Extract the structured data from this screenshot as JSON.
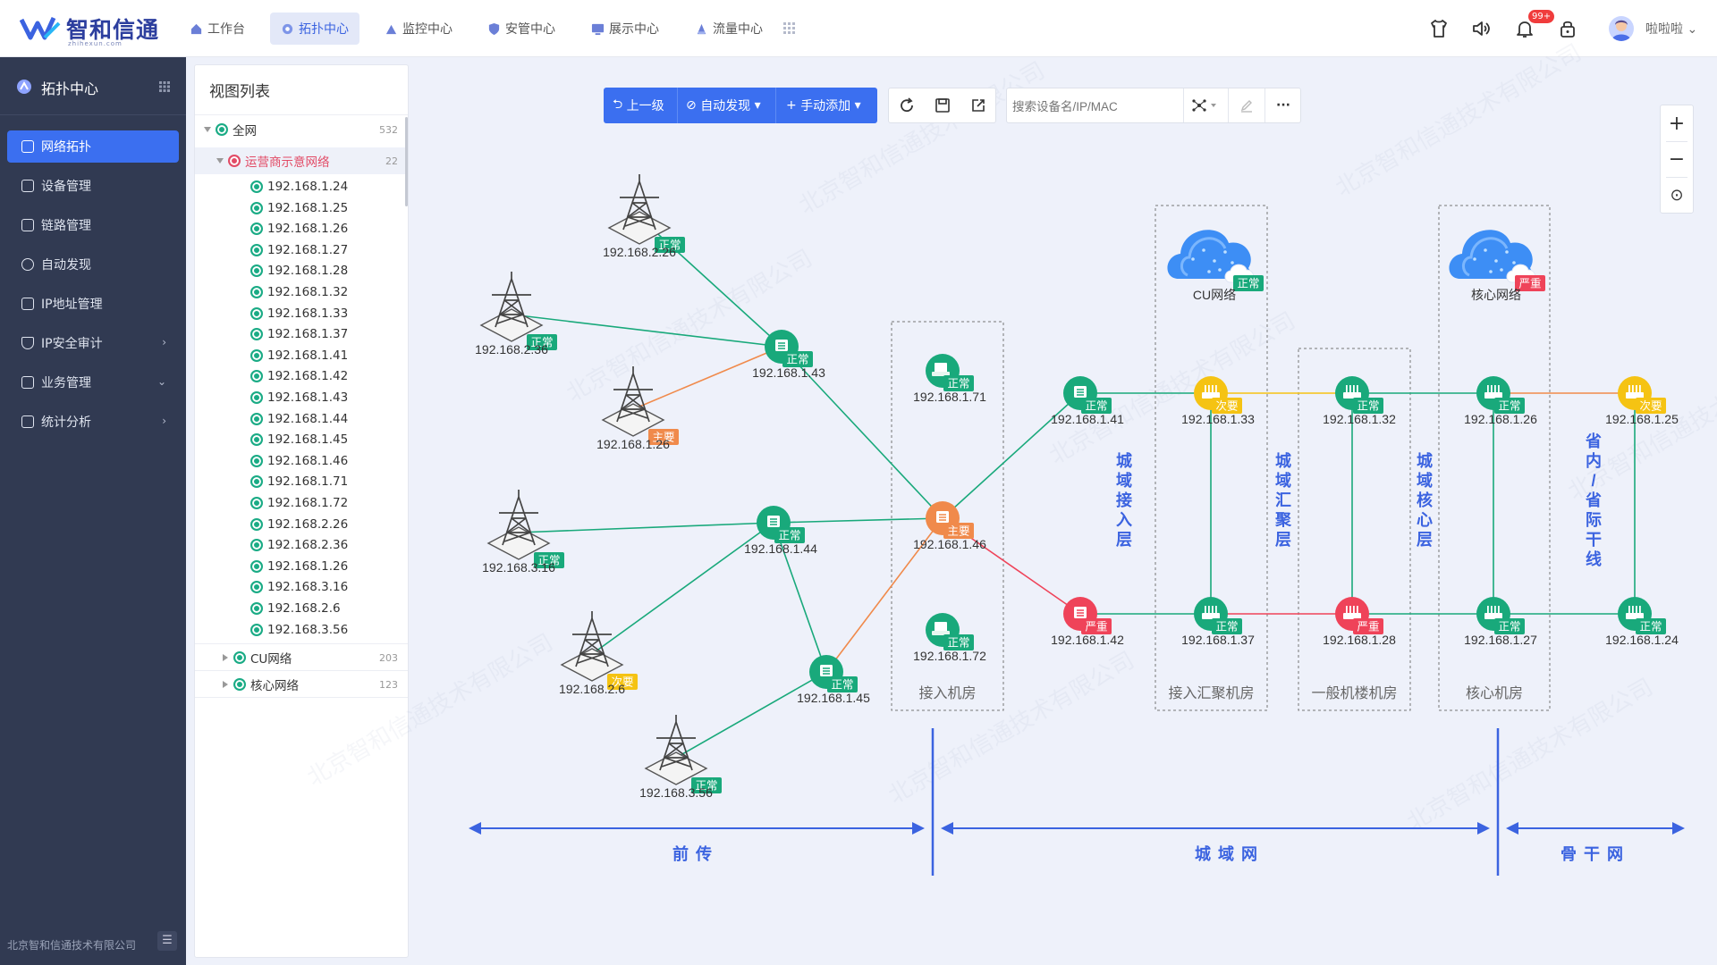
{
  "brand": {
    "name": "智和信通",
    "sub": "zhihexun.com"
  },
  "nav": [
    {
      "label": "工作台",
      "active": false
    },
    {
      "label": "拓扑中心",
      "active": true
    },
    {
      "label": "监控中心",
      "active": false
    },
    {
      "label": "安管中心",
      "active": false
    },
    {
      "label": "展示中心",
      "active": false
    },
    {
      "label": "流量中心",
      "active": false
    }
  ],
  "header": {
    "notification_count": "99+",
    "username": "啦啦啦"
  },
  "sidebar": {
    "title": "拓扑中心",
    "items": [
      {
        "label": "网络拓扑",
        "active": true,
        "arrow": ""
      },
      {
        "label": "设备管理",
        "active": false,
        "arrow": ""
      },
      {
        "label": "链路管理",
        "active": false,
        "arrow": ""
      },
      {
        "label": "自动发现",
        "active": false,
        "arrow": ""
      },
      {
        "label": "IP地址管理",
        "active": false,
        "arrow": ""
      },
      {
        "label": "IP安全审计",
        "active": false,
        "arrow": "›"
      },
      {
        "label": "业务管理",
        "active": false,
        "arrow": "⌄"
      },
      {
        "label": "统计分析",
        "active": false,
        "arrow": "›"
      }
    ],
    "footer": "北京智和信通技术有限公司"
  },
  "tree": {
    "title": "视图列表",
    "root": {
      "label": "全网",
      "count": "532"
    },
    "group": {
      "label": "运营商示意网络",
      "count": "22"
    },
    "ips": [
      "192.168.1.24",
      "192.168.1.25",
      "192.168.1.26",
      "192.168.1.27",
      "192.168.1.28",
      "192.168.1.32",
      "192.168.1.33",
      "192.168.1.37",
      "192.168.1.41",
      "192.168.1.42",
      "192.168.1.43",
      "192.168.1.44",
      "192.168.1.45",
      "192.168.1.46",
      "192.168.1.71",
      "192.168.1.72",
      "192.168.2.26",
      "192.168.2.36",
      "192.168.1.26",
      "192.168.3.16",
      "192.168.2.6",
      "192.168.3.56"
    ],
    "others": [
      {
        "label": "CU网络",
        "count": "203"
      },
      {
        "label": "核心网络",
        "count": "123"
      }
    ]
  },
  "toolbar": {
    "up": "上一级",
    "auto": "自动发现",
    "manual": "手动添加",
    "search_placeholder": "搜索设备名/IP/MAC",
    "ellipsis": "···"
  },
  "zoom": {
    "plus": "+",
    "minus": "−",
    "fit": "⊙"
  },
  "topology": {
    "nodes": [
      {
        "id": "n1",
        "label": "192.168.2.26",
        "status": "正常",
        "type": "tower"
      },
      {
        "id": "n2",
        "label": "192.168.2.36",
        "status": "正常",
        "type": "tower"
      },
      {
        "id": "n3",
        "label": "192.168.1.26",
        "status": "主要",
        "type": "tower"
      },
      {
        "id": "n4",
        "label": "192.168.3.16",
        "status": "正常",
        "type": "tower"
      },
      {
        "id": "n5",
        "label": "192.168.2.6",
        "status": "次要",
        "type": "tower"
      },
      {
        "id": "n6",
        "label": "192.168.3.56",
        "status": "正常",
        "type": "tower"
      },
      {
        "id": "n7",
        "label": "192.168.1.43",
        "status": "正常",
        "type": "switch"
      },
      {
        "id": "n8",
        "label": "192.168.1.44",
        "status": "正常",
        "type": "switch"
      },
      {
        "id": "n9",
        "label": "192.168.1.45",
        "status": "正常",
        "type": "switch"
      },
      {
        "id": "n10",
        "label": "192.168.1.46",
        "status": "主要",
        "type": "switch"
      },
      {
        "id": "n11",
        "label": "192.168.1.71",
        "status": "正常",
        "type": "server"
      },
      {
        "id": "n12",
        "label": "192.168.1.72",
        "status": "正常",
        "type": "server"
      },
      {
        "id": "n13",
        "label": "192.168.1.41",
        "status": "正常",
        "type": "switch"
      },
      {
        "id": "n14",
        "label": "192.168.1.42",
        "status": "严重",
        "type": "switch"
      },
      {
        "id": "n15",
        "label": "192.168.1.33",
        "status": "次要",
        "type": "router"
      },
      {
        "id": "n16",
        "label": "192.168.1.37",
        "status": "正常",
        "type": "router"
      },
      {
        "id": "n17",
        "label": "192.168.1.32",
        "status": "正常",
        "type": "router"
      },
      {
        "id": "n18",
        "label": "192.168.1.28",
        "status": "严重",
        "type": "router"
      },
      {
        "id": "n19",
        "label": "192.168.1.26",
        "status": "正常",
        "type": "router"
      },
      {
        "id": "n20",
        "label": "192.168.1.27",
        "status": "正常",
        "type": "router"
      },
      {
        "id": "n21",
        "label": "192.168.1.25",
        "status": "次要",
        "type": "router"
      },
      {
        "id": "n22",
        "label": "192.168.1.24",
        "status": "正常",
        "type": "router"
      },
      {
        "id": "c1",
        "label": "CU网络",
        "status": "正常",
        "type": "cloud"
      },
      {
        "id": "c2",
        "label": "核心网络",
        "status": "严重",
        "type": "cloud"
      }
    ],
    "status_colors": {
      "正常": "#19a97b",
      "主要": "#f08a4b",
      "次要": "#f5c313",
      "严重": "#ef4359"
    },
    "rooms": [
      "接入机房",
      "接入汇聚机房",
      "一般机楼机房",
      "核心机房"
    ],
    "layers": [
      "城域接入层",
      "城域汇聚层",
      "城域核心层",
      "省内/省际干线"
    ],
    "zones": [
      "前传",
      "城域网",
      "骨干网"
    ],
    "watermark": "北京智和信通技术有限公司"
  }
}
